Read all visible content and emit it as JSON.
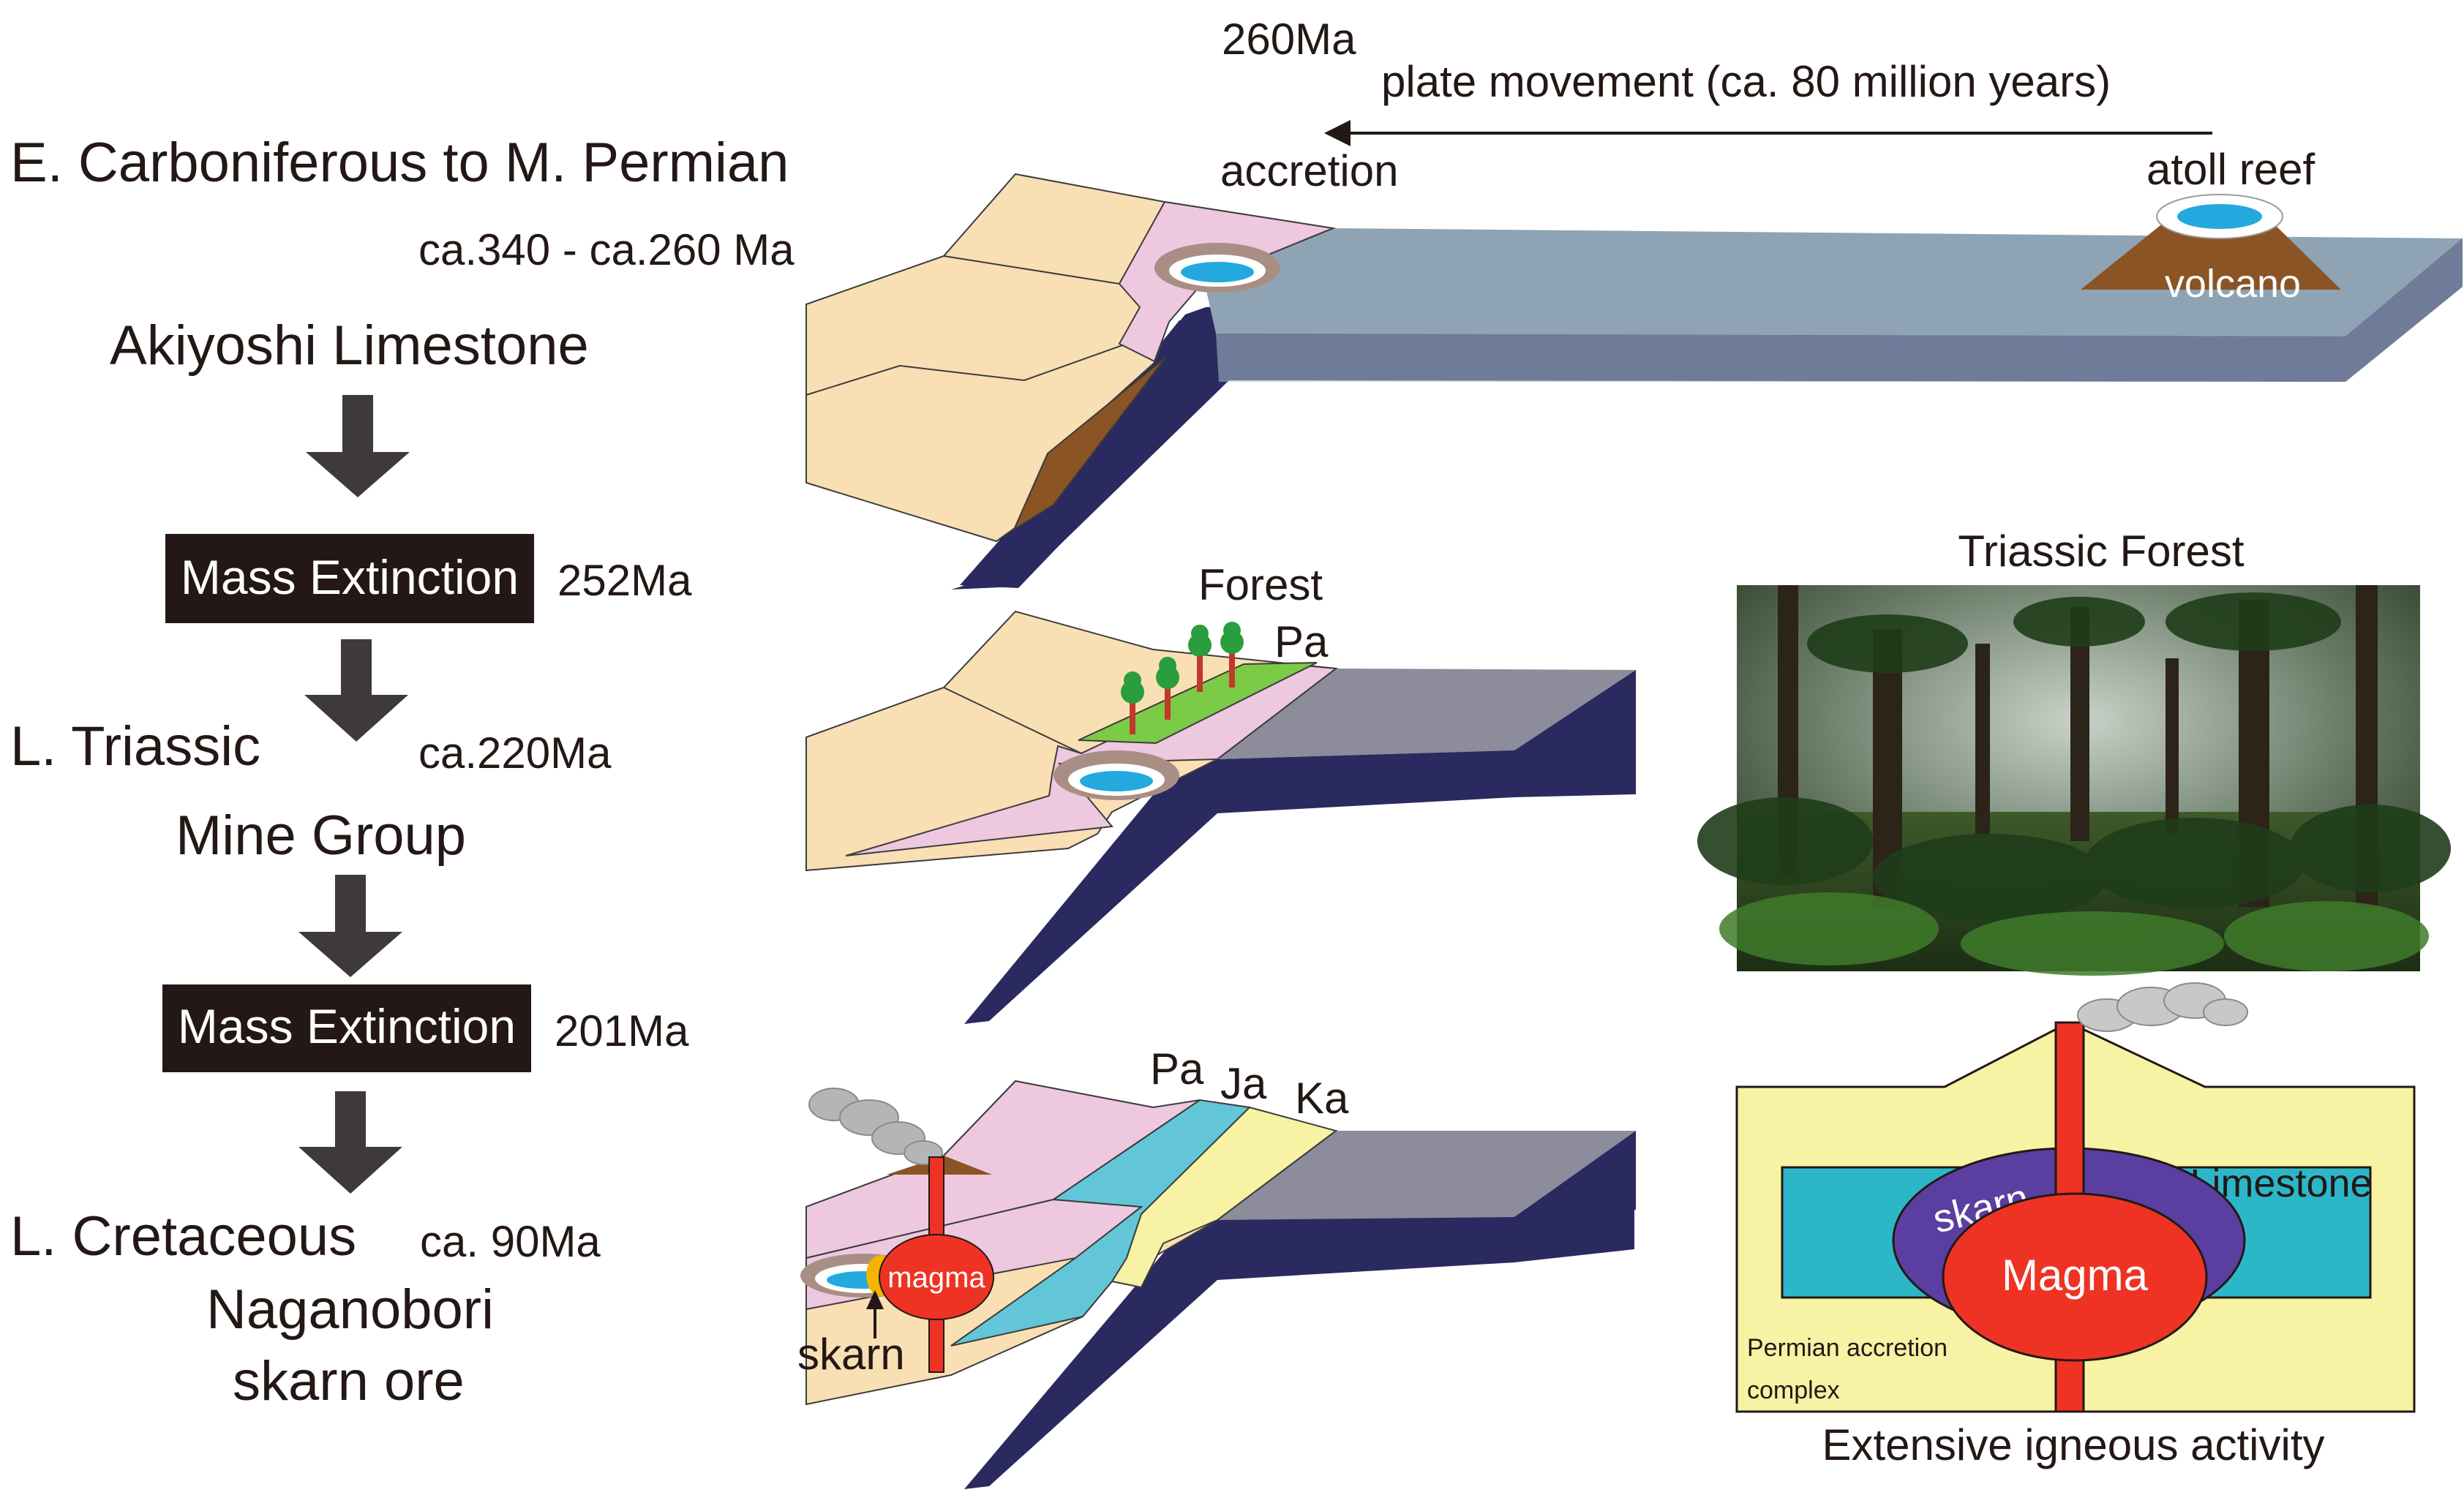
{
  "timeline": {
    "period1": "E. Carboniferous to M. Permian",
    "period1_age": "ca.340 - ca.260 Ma",
    "unit1": "Akiyoshi Limestone",
    "event1_label": "Mass Extinction",
    "event1_age": "252Ma",
    "period2": "L. Triassic",
    "period2_age": "ca.220Ma",
    "unit2": "Mine Group",
    "event2_label": "Mass Extinction",
    "event2_age": "201Ma",
    "period3": "L. Cretaceous",
    "period3_age": "ca. 90Ma",
    "unit3_line1": "Naganobori",
    "unit3_line2": "skarn ore"
  },
  "panel_top": {
    "age": "260Ma",
    "movement": "plate movement (ca. 80  million years)",
    "accretion": "accretion",
    "atoll": "atoll reef",
    "volcano": "volcano"
  },
  "panel_mid": {
    "forest": "Forest",
    "pa": "Pa"
  },
  "panel_bot": {
    "pa": "Pa",
    "ja": "Ja",
    "ka": "Ka",
    "magma": "magma",
    "skarn": "skarn"
  },
  "forest_photo": {
    "title": "Triassic Forest"
  },
  "igneous": {
    "limestone": "Limestone",
    "skarn": "skarn",
    "magma": "Magma",
    "complex_line1": "Permian accretion",
    "complex_line2": "complex",
    "caption": "Extensive igneous activity"
  },
  "colors": {
    "oceanic_plate": "#2a2a60",
    "sea": "#8ea4b4",
    "sand": "#f8dfb4",
    "pink": "#eec8df",
    "cyan": "#62c6d8",
    "yellow": "#f7f2a4",
    "brown": "#8a5424",
    "magma": "#ee3324",
    "skarn": "#5a3ea0",
    "forest_green": "#7ccb46",
    "label_box": "#231815"
  }
}
